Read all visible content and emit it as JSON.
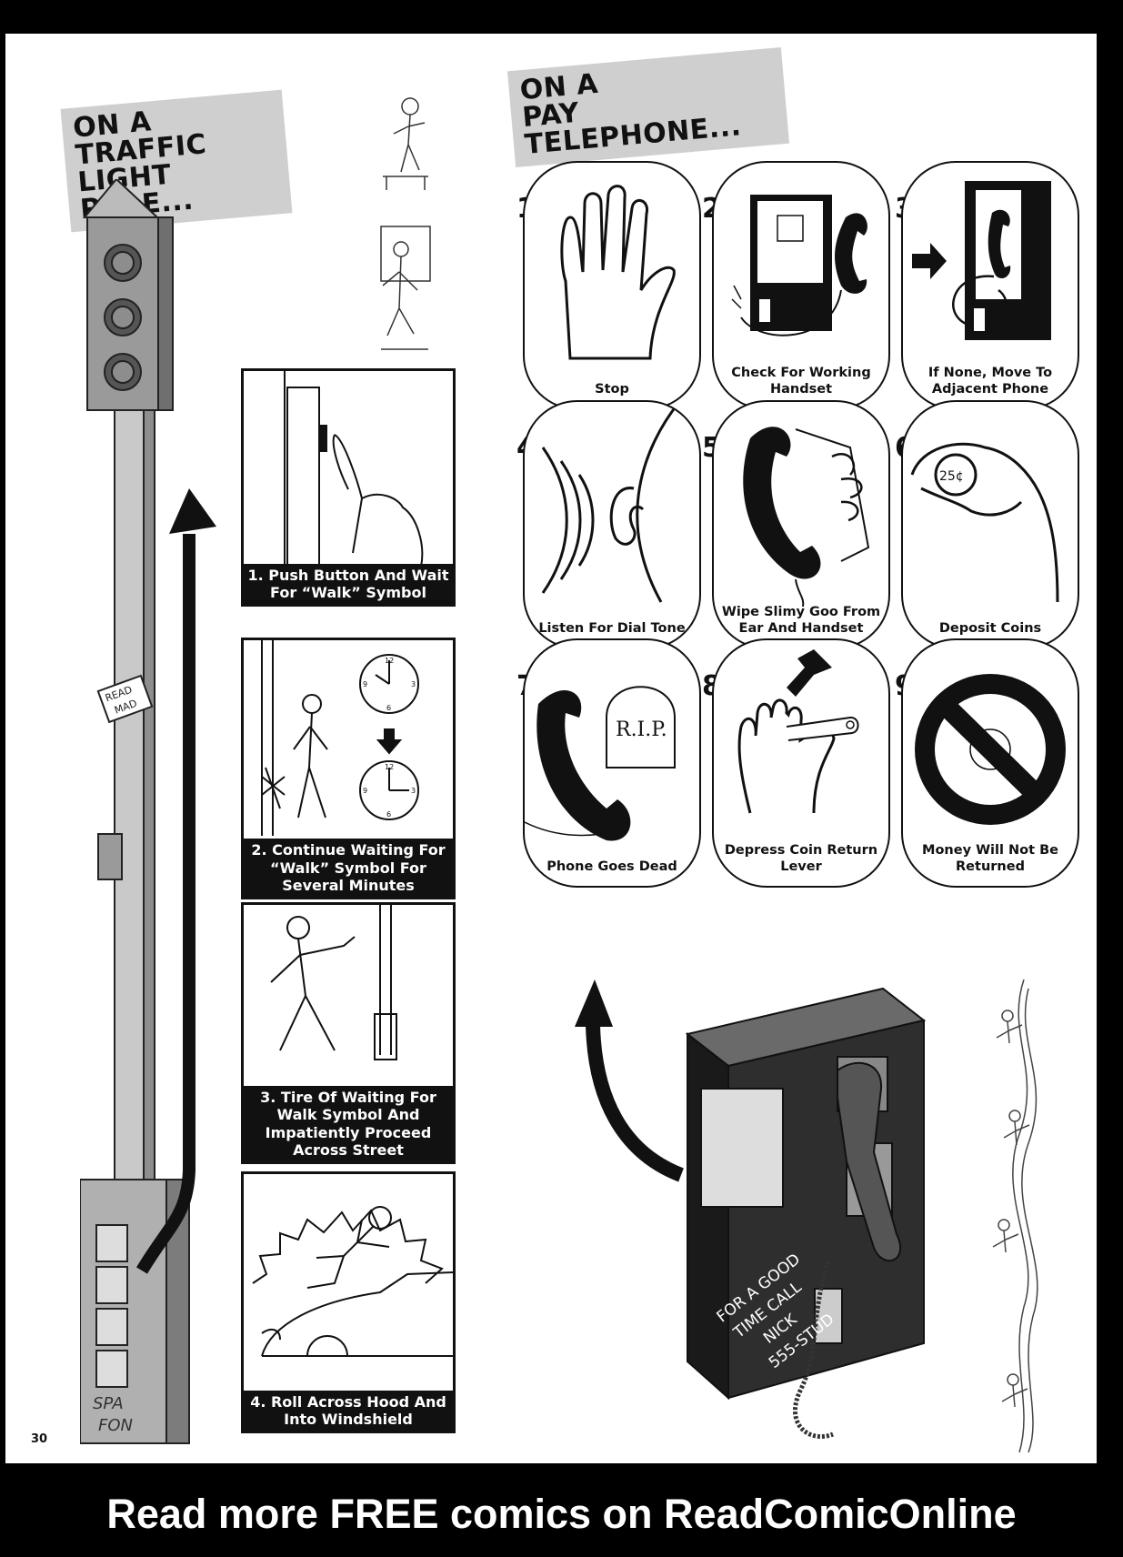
{
  "banners": {
    "left": [
      "ON A TRAFFIC",
      "LIGHT POLE..."
    ],
    "right": [
      "ON A",
      "PAY TELEPHONE..."
    ]
  },
  "pole": {
    "sticker": [
      "READ",
      "MAD"
    ],
    "graffiti": [
      "SPA",
      "FON"
    ]
  },
  "traffic_steps": [
    {
      "caption": "1. Push Button And Wait For “Walk” Symbol"
    },
    {
      "caption": "2. Continue Waiting For “Walk” Symbol For Several Minutes"
    },
    {
      "caption": "3. Tire Of Waiting For Walk Symbol And Impatiently Proceed Across Street"
    },
    {
      "caption": "4. Roll Across Hood And Into Windshield"
    }
  ],
  "clock_numbers": [
    "12",
    "3",
    "6",
    "9"
  ],
  "phone_steps": [
    {
      "number": "1",
      "caption": "Stop"
    },
    {
      "number": "2",
      "caption": "Check For Working Handset"
    },
    {
      "number": "3",
      "caption": "If None, Move To Adjacent Phone"
    },
    {
      "number": "4",
      "caption": "Listen For Dial Tone"
    },
    {
      "number": "5",
      "caption": "Wipe Slimy Goo From Ear And Handset"
    },
    {
      "number": "6",
      "caption": "Deposit Coins"
    },
    {
      "number": "7",
      "caption": "Phone Goes Dead"
    },
    {
      "number": "8",
      "caption": "Depress Coin Return Lever"
    },
    {
      "number": "9",
      "caption": "Money Will Not Be Returned"
    }
  ],
  "coin_label": "25¢",
  "tombstone_label": "R.I.P.",
  "payphone": {
    "graffiti": [
      "FOR A GOOD",
      "TIME CALL",
      "NICK",
      "555-STUD"
    ]
  },
  "page_number": "30",
  "footer": "Read more FREE comics on ReadComicOnline"
}
